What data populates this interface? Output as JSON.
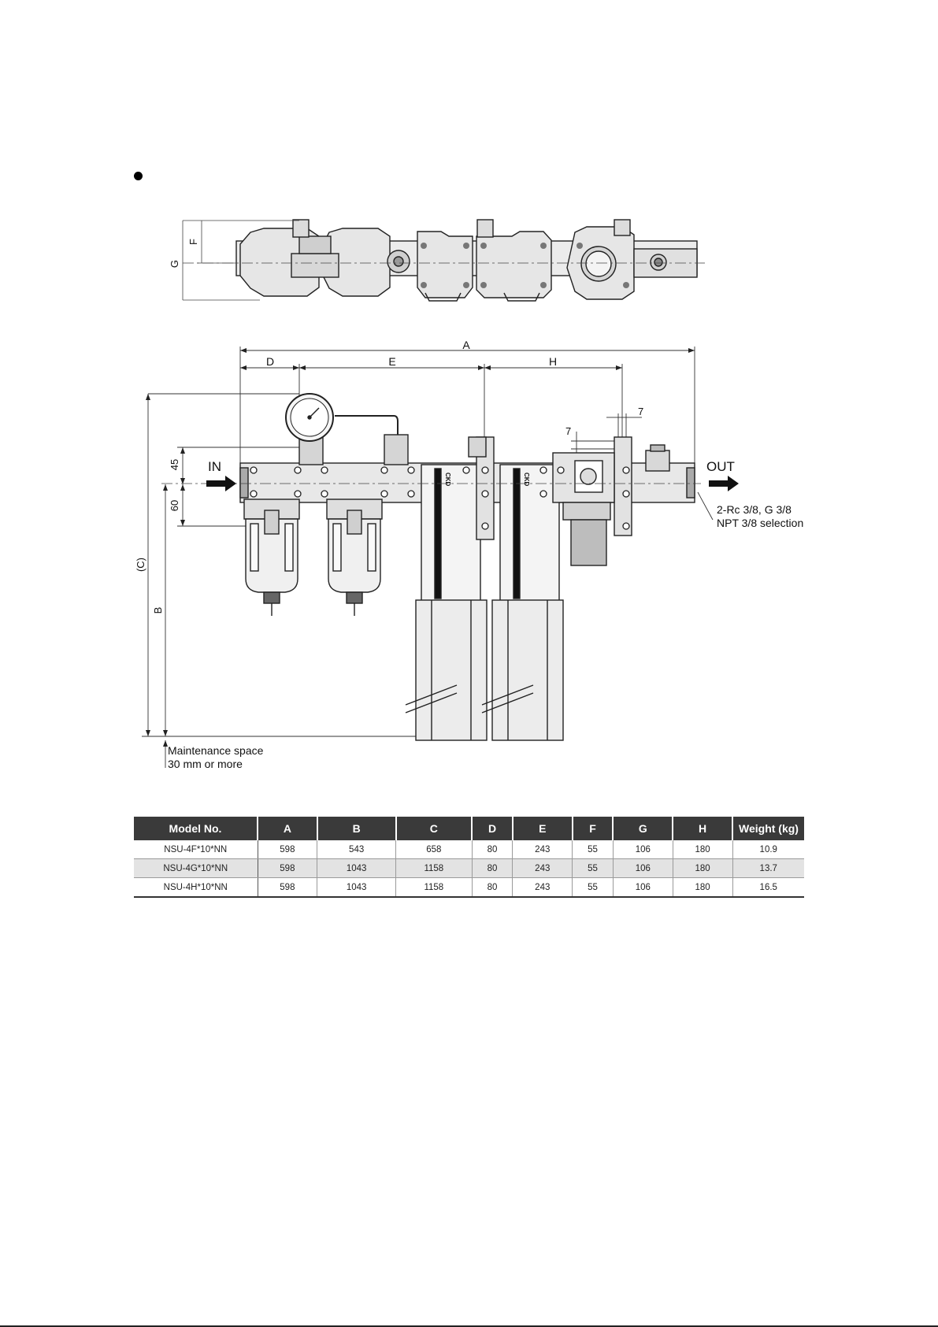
{
  "drawing": {
    "dimensions": {
      "A": "A",
      "D": "D",
      "E": "E",
      "H": "H",
      "F": "F",
      "G": "G",
      "C": "(C)",
      "B": "B",
      "d45": "45",
      "d60": "60",
      "d7a": "7",
      "d7b": "7"
    },
    "ports": {
      "in": "IN",
      "out": "OUT"
    },
    "port_note": {
      "line1": "2-Rc 3/8, G 3/8",
      "line2": "NPT 3/8 selection"
    },
    "maintenance": {
      "line1": "Maintenance space",
      "line2": "30 mm or more"
    },
    "brand": "CKD"
  },
  "table": {
    "headers": [
      "Model No.",
      "A",
      "B",
      "C",
      "D",
      "E",
      "F",
      "G",
      "H",
      "Weight (kg)"
    ],
    "rows": [
      [
        "NSU-4F*10*NN",
        "598",
        "543",
        "658",
        "80",
        "243",
        "55",
        "106",
        "180",
        "10.9"
      ],
      [
        "NSU-4G*10*NN",
        "598",
        "1043",
        "1158",
        "80",
        "243",
        "55",
        "106",
        "180",
        "13.7"
      ],
      [
        "NSU-4H*10*NN",
        "598",
        "1043",
        "1158",
        "80",
        "243",
        "55",
        "106",
        "180",
        "16.5"
      ]
    ]
  }
}
